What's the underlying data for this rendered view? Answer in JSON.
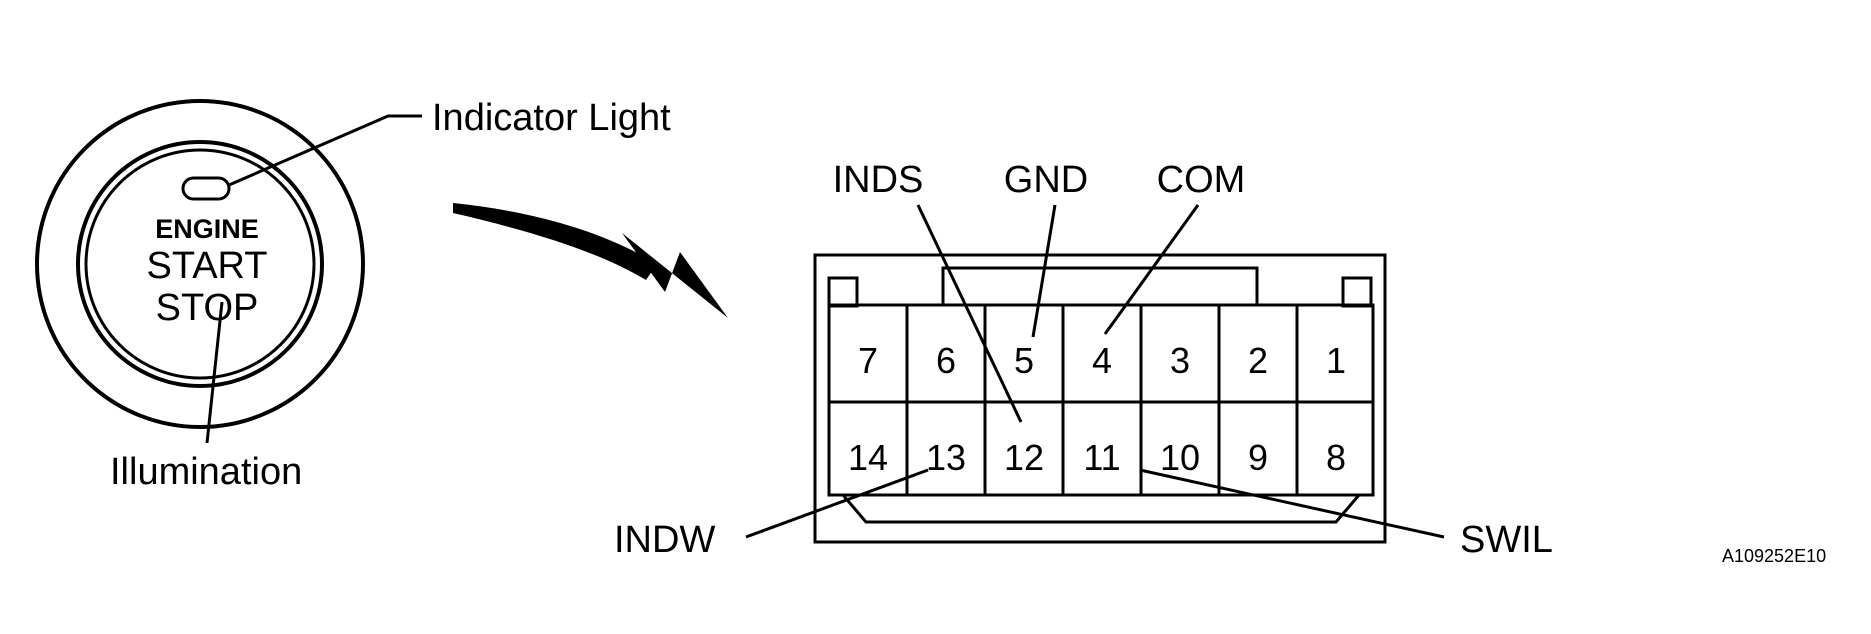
{
  "button": {
    "line1": "ENGINE",
    "line2": "START",
    "line3": "STOP",
    "indicator_label": "Indicator Light",
    "illumination_label": "Illumination"
  },
  "connector": {
    "top_labels": {
      "inds": "INDS",
      "gnd": "GND",
      "com": "COM"
    },
    "bottom_labels": {
      "indw": "INDW",
      "swil": "SWIL"
    },
    "pins_top": [
      "7",
      "6",
      "5",
      "4",
      "3",
      "2",
      "1"
    ],
    "pins_bottom": [
      "14",
      "13",
      "12",
      "11",
      "10",
      "9",
      "8"
    ]
  },
  "figure_code": "A109252E10",
  "colors": {
    "ink": "#000000",
    "background": "#ffffff"
  },
  "icons": {
    "arrow": "curved-arrow-icon"
  }
}
